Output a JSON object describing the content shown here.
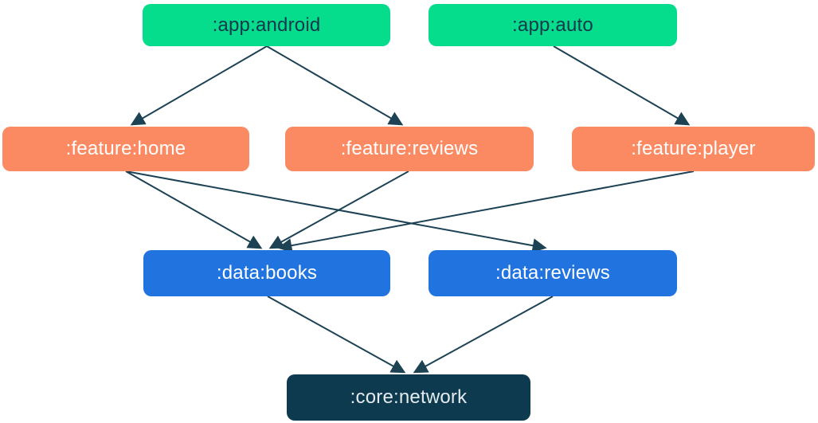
{
  "diagram": {
    "type": "module-dependency-graph",
    "nodes": [
      {
        "id": "app-android",
        "label": ":app:android",
        "group": "app"
      },
      {
        "id": "app-auto",
        "label": ":app:auto",
        "group": "app"
      },
      {
        "id": "feature-home",
        "label": ":feature:home",
        "group": "feature"
      },
      {
        "id": "feature-reviews",
        "label": ":feature:reviews",
        "group": "feature"
      },
      {
        "id": "feature-player",
        "label": ":feature:player",
        "group": "feature"
      },
      {
        "id": "data-books",
        "label": ":data:books",
        "group": "data"
      },
      {
        "id": "data-reviews",
        "label": ":data:reviews",
        "group": "data"
      },
      {
        "id": "core-network",
        "label": ":core:network",
        "group": "core"
      }
    ],
    "edges": [
      {
        "from": "app-android",
        "to": "feature-home"
      },
      {
        "from": "app-android",
        "to": "feature-reviews"
      },
      {
        "from": "app-auto",
        "to": "feature-player"
      },
      {
        "from": "feature-home",
        "to": "data-books"
      },
      {
        "from": "feature-home",
        "to": "data-reviews"
      },
      {
        "from": "feature-reviews",
        "to": "data-books"
      },
      {
        "from": "feature-player",
        "to": "data-books"
      },
      {
        "from": "data-books",
        "to": "core-network"
      },
      {
        "from": "data-reviews",
        "to": "core-network"
      }
    ],
    "colors": {
      "app_fill": "#05DC8C",
      "feature_fill": "#FB8A63",
      "data_fill": "#2174DF",
      "core_fill": "#0D3A4E",
      "edge_stroke": "#1C4254",
      "app_text": "#14384C",
      "feature_text": "#FFFFFF",
      "data_text": "#FFFFFF",
      "core_text": "#E4EBEE"
    }
  }
}
